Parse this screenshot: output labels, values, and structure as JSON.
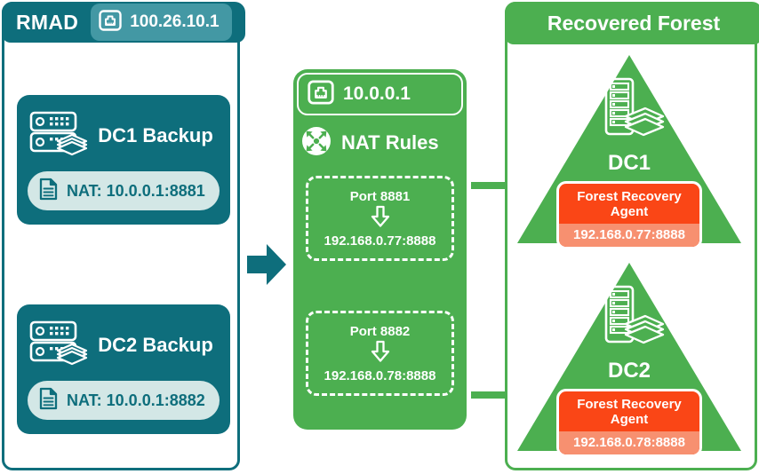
{
  "colors": {
    "teal": "#0e6e7c",
    "teal_badge": "#4398a4",
    "teal_chip_bg": "#d3e7e6",
    "green": "#4caf50",
    "orange": "#fa4616",
    "orange_light": "#f79070",
    "white": "#ffffff"
  },
  "left_panel": {
    "title": "RMAD",
    "ip_badge": {
      "icon": "ethernet-port-icon",
      "value": "100.26.10.1"
    },
    "backups": [
      {
        "icon": "server-backup-icon",
        "title": "DC1 Backup",
        "nat_icon": "document-icon",
        "nat_label": "NAT: 10.0.0.1:8881"
      },
      {
        "icon": "server-backup-icon",
        "title": "DC2 Backup",
        "nat_icon": "document-icon",
        "nat_label": "NAT: 10.0.0.1:8882"
      }
    ]
  },
  "flow": {
    "left_to_nat_arrow": "arrow-right-icon",
    "nat_to_dc_arrows": [
      "arrow-right-icon",
      "arrow-right-icon"
    ]
  },
  "nat_panel": {
    "ip_badge": {
      "icon": "ethernet-port-icon",
      "value": "10.0.0.1"
    },
    "rules_icon": "nat-routing-icon",
    "rules_title": "NAT Rules",
    "rules": [
      {
        "port": "Port 8881",
        "arrow": "arrow-down-icon",
        "target": "192.168.0.77:8888"
      },
      {
        "port": "Port 8882",
        "arrow": "arrow-down-icon",
        "target": "192.168.0.78:8888"
      }
    ]
  },
  "right_panel": {
    "title": "Recovered Forest",
    "nodes": [
      {
        "icon": "server-backup-icon",
        "label": "DC1",
        "agent_title": "Forest Recovery Agent",
        "agent_ip": "192.168.0.77:8888"
      },
      {
        "icon": "server-backup-icon",
        "label": "DC2",
        "agent_title": "Forest Recovery Agent",
        "agent_ip": "192.168.0.78:8888"
      }
    ]
  }
}
